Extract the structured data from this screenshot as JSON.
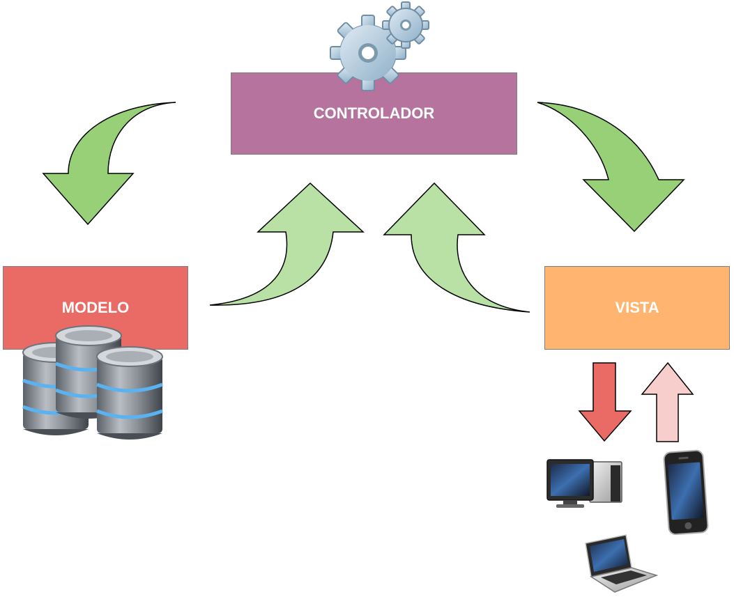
{
  "boxes": {
    "controller": {
      "label": "CONTROLADOR",
      "color": "#b5739d"
    },
    "model": {
      "label": "MODELO",
      "color": "#ea6b66"
    },
    "view": {
      "label": "VISTA",
      "color": "#ffb570"
    }
  },
  "colors": {
    "arrow_dark_green": "#97d077",
    "arrow_light_green": "#b9e0a5",
    "arrow_red": "#ea6b66",
    "arrow_pink": "#f8cecc"
  },
  "icons": [
    "gears-icon",
    "database-icon",
    "desktop-computer-icon",
    "smartphone-icon",
    "laptop-icon"
  ]
}
